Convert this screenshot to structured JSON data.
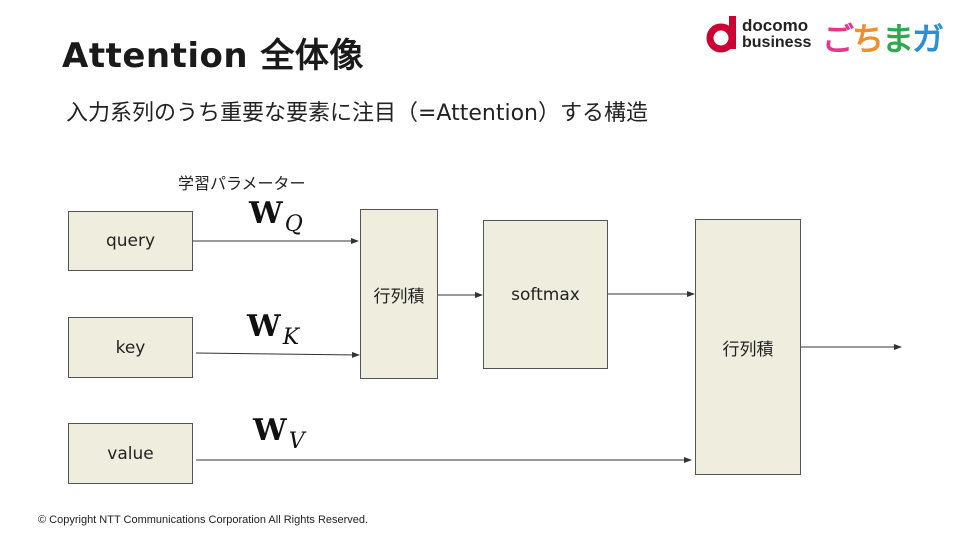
{
  "header": {
    "title": "Attention 全体像",
    "logo": {
      "line1": "docomo",
      "line2": "business",
      "gochimaga": [
        "ご",
        "ち",
        "ま",
        "ガ"
      ]
    }
  },
  "subtitle": "入力系列のうち重要な要素に注目（=Attention）する構造",
  "diagram": {
    "param_label": "学習パラメーター",
    "inputs": {
      "query": "query",
      "key": "key",
      "value": "value"
    },
    "weights": {
      "wq": {
        "base": "W",
        "sub": "Q"
      },
      "wk": {
        "base": "W",
        "sub": "K"
      },
      "wv": {
        "base": "W",
        "sub": "V"
      }
    },
    "matmul1": "行列積",
    "softmax": "softmax",
    "matmul2": "行列積"
  },
  "footer": {
    "copyright": "© Copyright NTT Communications Corporation All Rights Reserved."
  },
  "colors": {
    "box_fill": "#efedde",
    "box_border": "#555555",
    "arrow": "#333333"
  }
}
